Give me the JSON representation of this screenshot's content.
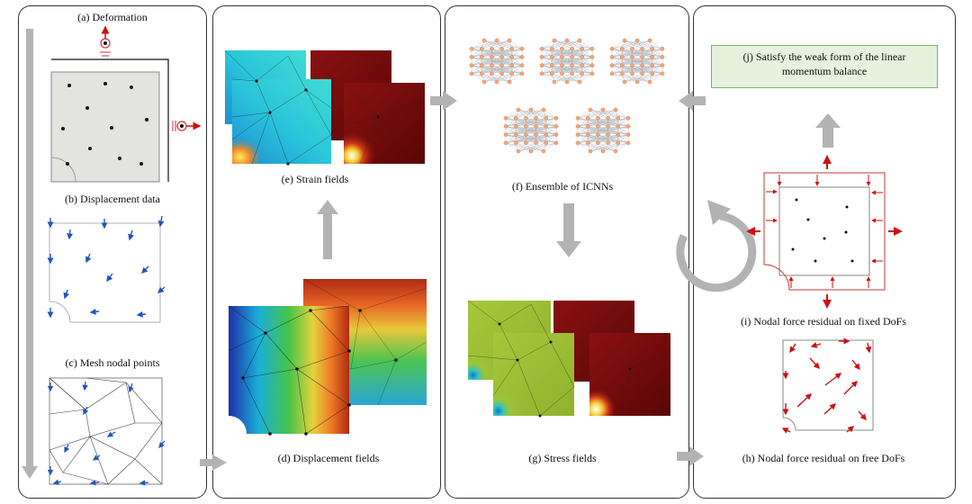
{
  "captions": {
    "a": "(a) Deformation",
    "b": "(b) Displacement data",
    "c": "(c) Mesh nodal points",
    "d": "(d) Displacement fields",
    "e": "(e) Strain fields",
    "f": "(f) Ensemble of ICNNs",
    "g": "(g) Stress fields",
    "h": "(h) Nodal force residual on free DoFs",
    "i": "(i) Nodal force residual on fixed DoFs",
    "j": "(j) Satisfy the weak form of the linear momentum balance"
  },
  "colors": {
    "panel_border": "#333333",
    "arrow_gray": "#b3b3b3",
    "force_red": "#cc1111",
    "vector_blue": "#2255bb",
    "node_black": "#111111",
    "specimen_fill": "#e3e3e0",
    "highlight_box_fill": "#e6f2de",
    "highlight_box_border": "#7fb069",
    "icnn_node": "#f4a57a"
  }
}
